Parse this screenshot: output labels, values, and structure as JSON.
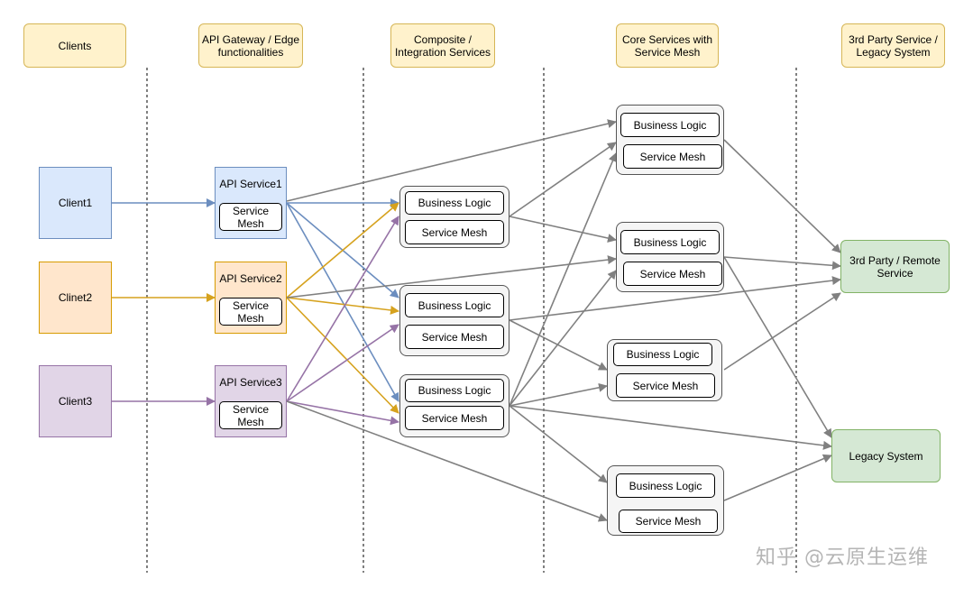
{
  "headers": {
    "clients": "Clients",
    "gateway": "API Gateway / Edge functionalities",
    "composite": "Composite / Integration Services",
    "core": "Core Services with Service Mesh",
    "thirdparty": "3rd Party Service / Legacy System"
  },
  "clients": {
    "c1": "Client1",
    "c2": "Clinet2",
    "c3": "Client3"
  },
  "api_services": {
    "a1": {
      "title": "API Service1",
      "mesh": "Service Mesh"
    },
    "a2": {
      "title": "API Service2",
      "mesh": "Service Mesh"
    },
    "a3": {
      "title": "API Service3",
      "mesh": "Service Mesh"
    }
  },
  "composite_services": {
    "s1": {
      "logic": "Business Logic",
      "mesh": "Service Mesh"
    },
    "s2": {
      "logic": "Business Logic",
      "mesh": "Service Mesh"
    },
    "s3": {
      "logic": "Business Logic",
      "mesh": "Service Mesh"
    }
  },
  "core_services": {
    "k1": {
      "logic": "Business Logic",
      "mesh": "Service Mesh"
    },
    "k2": {
      "logic": "Business Logic",
      "mesh": "Service Mesh"
    },
    "k3": {
      "logic": "Business Logic",
      "mesh": "Service Mesh"
    },
    "k4": {
      "logic": "Business Logic",
      "mesh": "Service Mesh"
    }
  },
  "external": {
    "remote": "3rd Party / Remote Service",
    "legacy": "Legacy System"
  },
  "watermark": "知乎 @云原生运维",
  "colors": {
    "blue_arrow": "#6c8ebf",
    "orange_arrow": "#d6a21e",
    "purple_arrow": "#9673a6",
    "gray_arrow": "#808080"
  }
}
